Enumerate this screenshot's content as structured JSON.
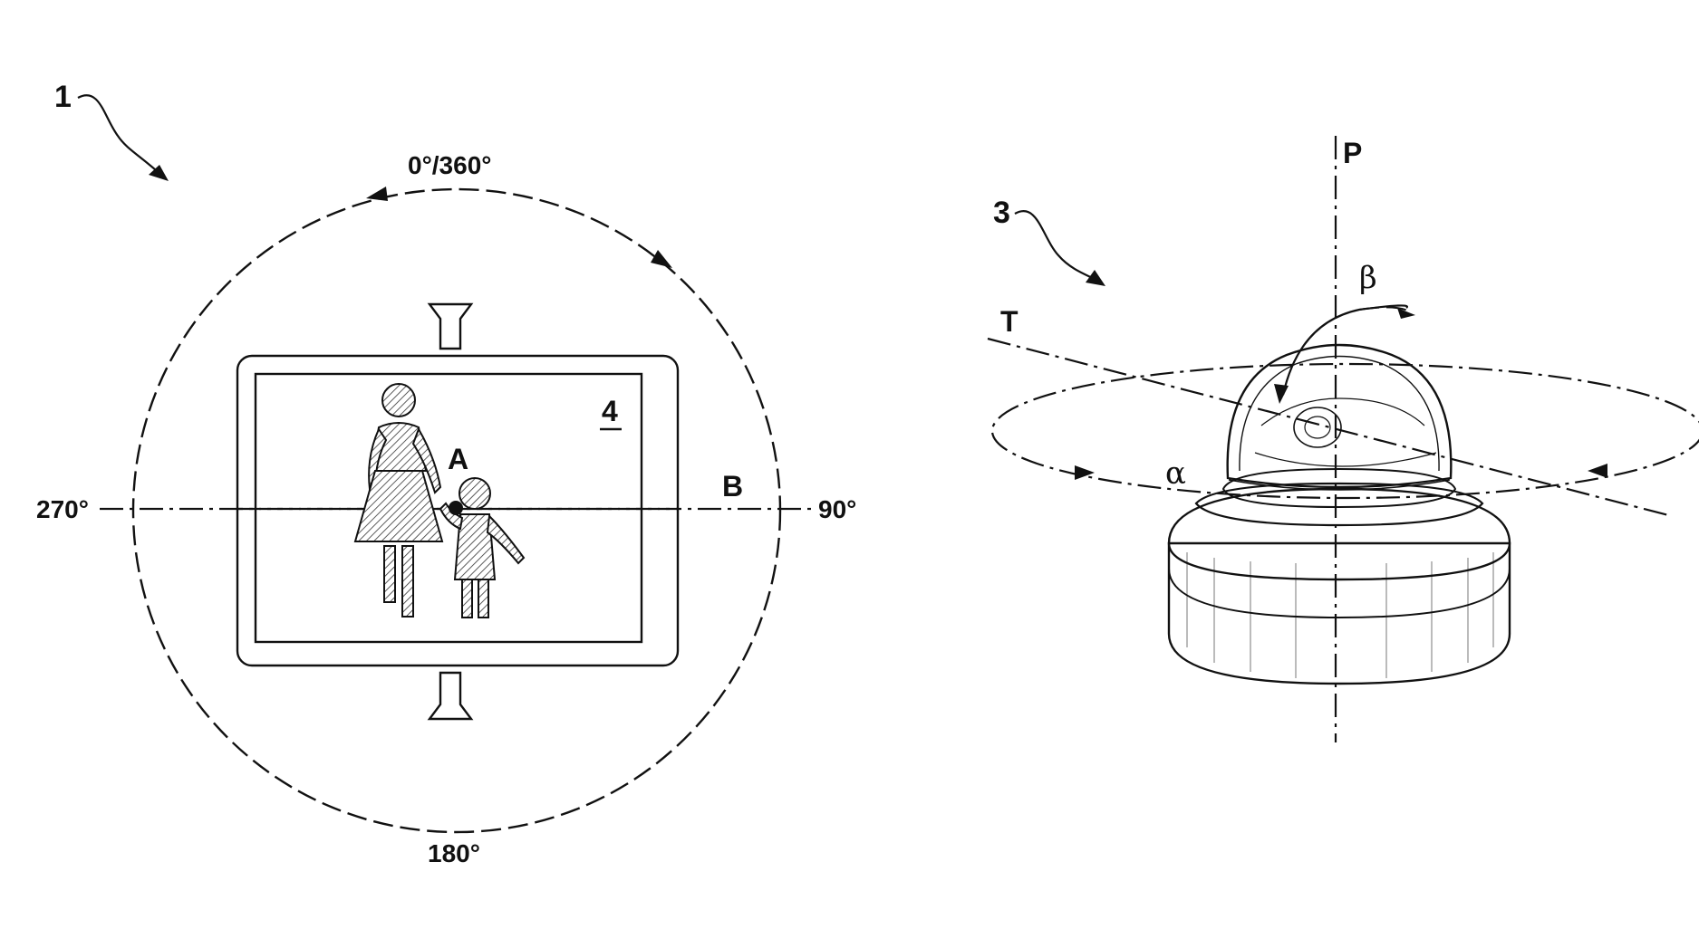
{
  "figure": {
    "ref_monitor": "1",
    "ref_camera": "3",
    "ref_screen": "4",
    "angle_top": "0°/360°",
    "angle_right": "90°",
    "angle_bottom": "180°",
    "angle_left": "270°",
    "label_point": "A",
    "label_axis_b": "B",
    "label_axis_p": "P",
    "label_axis_t": "T",
    "label_alpha": "α",
    "label_beta": "β"
  },
  "colors": {
    "ink": "#111111",
    "background": "#ffffff"
  }
}
